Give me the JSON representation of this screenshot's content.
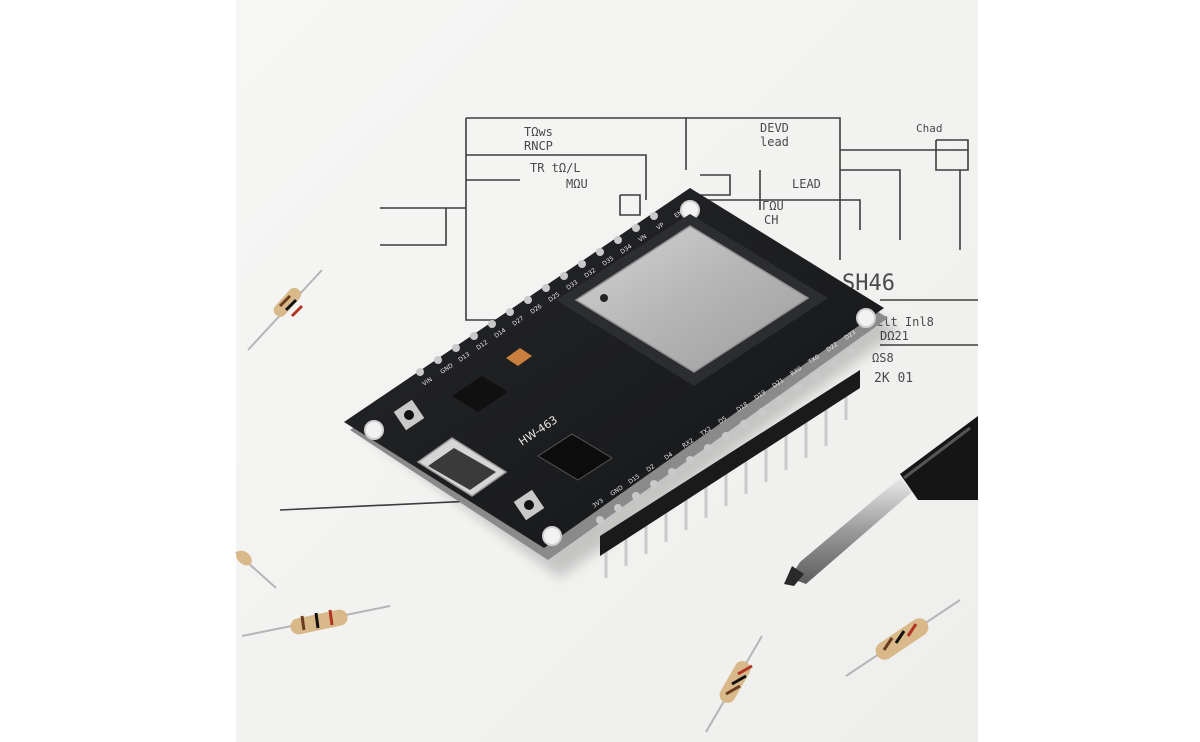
{
  "photo": {
    "subject": "ESP32 development board on schematic paper",
    "colors": {
      "background": "#ffffff",
      "paper": "#f4f4f2",
      "schematic_ink": "#3d3d3d",
      "pcb": "#1b1c1e",
      "shield": "#b8b8b8",
      "pins": "#c9c9c9",
      "resistor_body": "#d9b98a",
      "screwdriver_handle": "#151515"
    },
    "schematic_labels": [
      "TΩws",
      "RNCP",
      "TR tΩ/L",
      "MΩU",
      "DEVD",
      "lead",
      "LEAD",
      "ΓΩU",
      "CH",
      "SH46",
      "Clt Inl8",
      "DΩ21",
      "ΩS8",
      "2K 01",
      "Chad"
    ],
    "board": {
      "model_label": "HW-463",
      "pin_labels_top": [
        "VIN",
        "GND",
        "D13",
        "D12",
        "D14",
        "D27",
        "D26",
        "D25",
        "D33",
        "D32",
        "D35",
        "D34",
        "VN",
        "VP",
        "EN"
      ],
      "pin_labels_bottom": [
        "3V3",
        "GND",
        "D15",
        "D2",
        "D4",
        "RX2",
        "TX2",
        "D5",
        "D18",
        "D19",
        "D21",
        "RX0",
        "TX0",
        "D22",
        "D23"
      ]
    }
  }
}
